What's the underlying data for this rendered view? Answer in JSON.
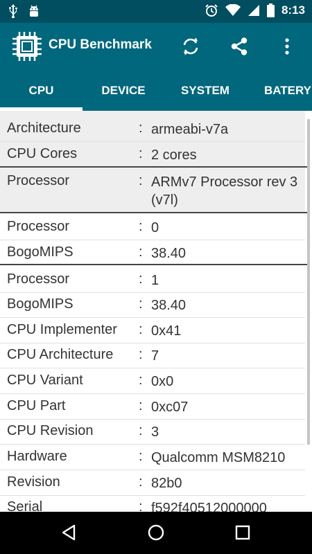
{
  "status_bar": {
    "time": "8:13"
  },
  "app_bar": {
    "title": "CPU Benchmark",
    "actions": [
      "refresh-icon",
      "share-icon",
      "more-vert-icon"
    ]
  },
  "tabs": [
    {
      "label": "CPU",
      "selected": true
    },
    {
      "label": "DEVICE",
      "selected": false
    },
    {
      "label": "SYSTEM",
      "selected": false
    },
    {
      "label": "BATERY",
      "selected": false
    }
  ],
  "info_rows": [
    {
      "label": "Architecture",
      "value": "armeabi-v7a"
    },
    {
      "label": "CPU Cores",
      "value": "2 cores"
    },
    {
      "label": "Processor",
      "value": "ARMv7 Processor rev 3 (v7l)"
    },
    {
      "label": "Processor",
      "value": "0"
    },
    {
      "label": "BogoMIPS",
      "value": "38.40"
    },
    {
      "label": "Processor",
      "value": "1"
    },
    {
      "label": "BogoMIPS",
      "value": "38.40"
    },
    {
      "label": "CPU Implementer",
      "value": "0x41"
    },
    {
      "label": "CPU Architecture",
      "value": "7"
    },
    {
      "label": "CPU Variant",
      "value": "0x0"
    },
    {
      "label": "CPU Part",
      "value": "0xc07"
    },
    {
      "label": "CPU Revision",
      "value": "3"
    },
    {
      "label": "Hardware",
      "value": "Qualcomm MSM8210"
    },
    {
      "label": "Revision",
      "value": "82b0"
    },
    {
      "label": "Serial",
      "value": "f592f40512000000"
    }
  ],
  "separator": ":",
  "colors": {
    "status_bar": "#004e5f",
    "app_bar": "#00677d",
    "row_shaded": "#eeeeee",
    "text": "#333333"
  }
}
